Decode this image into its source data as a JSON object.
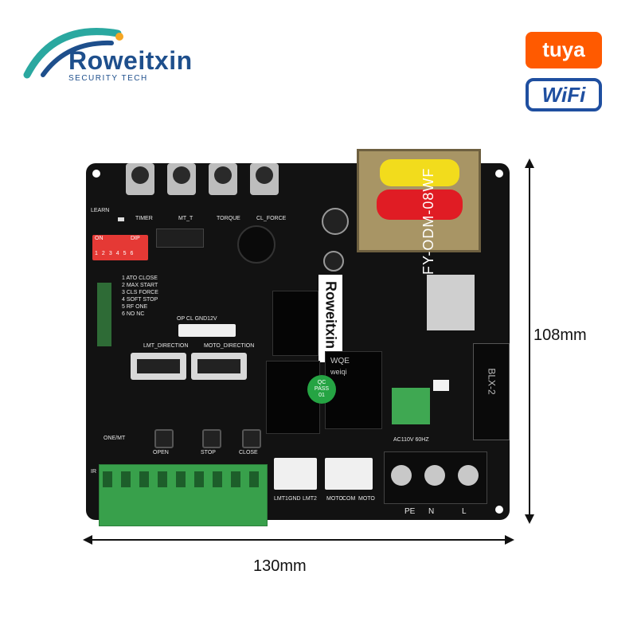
{
  "brand": {
    "name": "Roweitxin",
    "tagline": "SECURITY TECH",
    "colors": {
      "primary": "#1e4f8c",
      "accent": "#2aa8a0",
      "dot": "#f5a623"
    }
  },
  "badges": {
    "tuya": "tuya",
    "wifi": "WiFi",
    "tuya_color": "#ff5a00",
    "wifi_color": "#1f4fa0"
  },
  "dimensions": {
    "height": "108mm",
    "width": "130mm"
  },
  "board": {
    "model": "FY-ODM-08WF",
    "logo_text": "Roweitxin",
    "pot_labels": [
      "TIMER",
      "MT_T",
      "TORQUE",
      "CL_FORCE"
    ],
    "dip": {
      "label_on": "ON",
      "label_dip": "DIP",
      "numbers": [
        "1",
        "2",
        "3",
        "4",
        "5",
        "6"
      ]
    },
    "dip_functions": [
      "1 ATO CLOSE",
      "2 MAX START",
      "3 CLS FORCE",
      "4 SOFT STOP",
      "5 RF ONE",
      "6 NO NC"
    ],
    "switch_labels": [
      "LMT_DIRECTION",
      "MOTO_DIRECTION"
    ],
    "button_labels": [
      "OPEN",
      "STOP",
      "CLOSE"
    ],
    "connector_labels": [
      "LMT1",
      "GND",
      "LMT2",
      "MOTO",
      "COM",
      "MOTO"
    ],
    "power_labels": [
      "PE",
      "N",
      "L"
    ],
    "qc": {
      "line1": "QC",
      "line2": "PASS",
      "line3": "01"
    },
    "relay_text": "WQE",
    "relay_brand": "weiqi",
    "power_spec": "AC110V 60HZ",
    "fuse_text": "BLX-2",
    "misc_labels": [
      "LEARN",
      "ONE/MT",
      "IR",
      "OP CL GND12V"
    ]
  }
}
